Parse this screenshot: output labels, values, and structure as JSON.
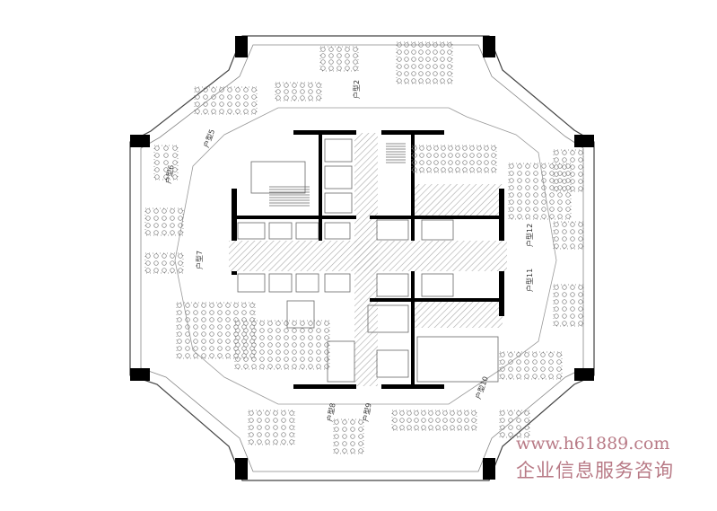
{
  "plan": {
    "unit_labels": [
      "户型2",
      "户型5",
      "户型6",
      "户型7",
      "户型8",
      "户型9",
      "户型10",
      "户型11",
      "户型12"
    ],
    "colors": {
      "line": "#555555",
      "wall": "#000000",
      "hatch": "#bbbbbb",
      "watermark": "#b87a86"
    }
  },
  "watermark": {
    "url": "www.h61889.com",
    "company": "企业信息服务咨询"
  }
}
